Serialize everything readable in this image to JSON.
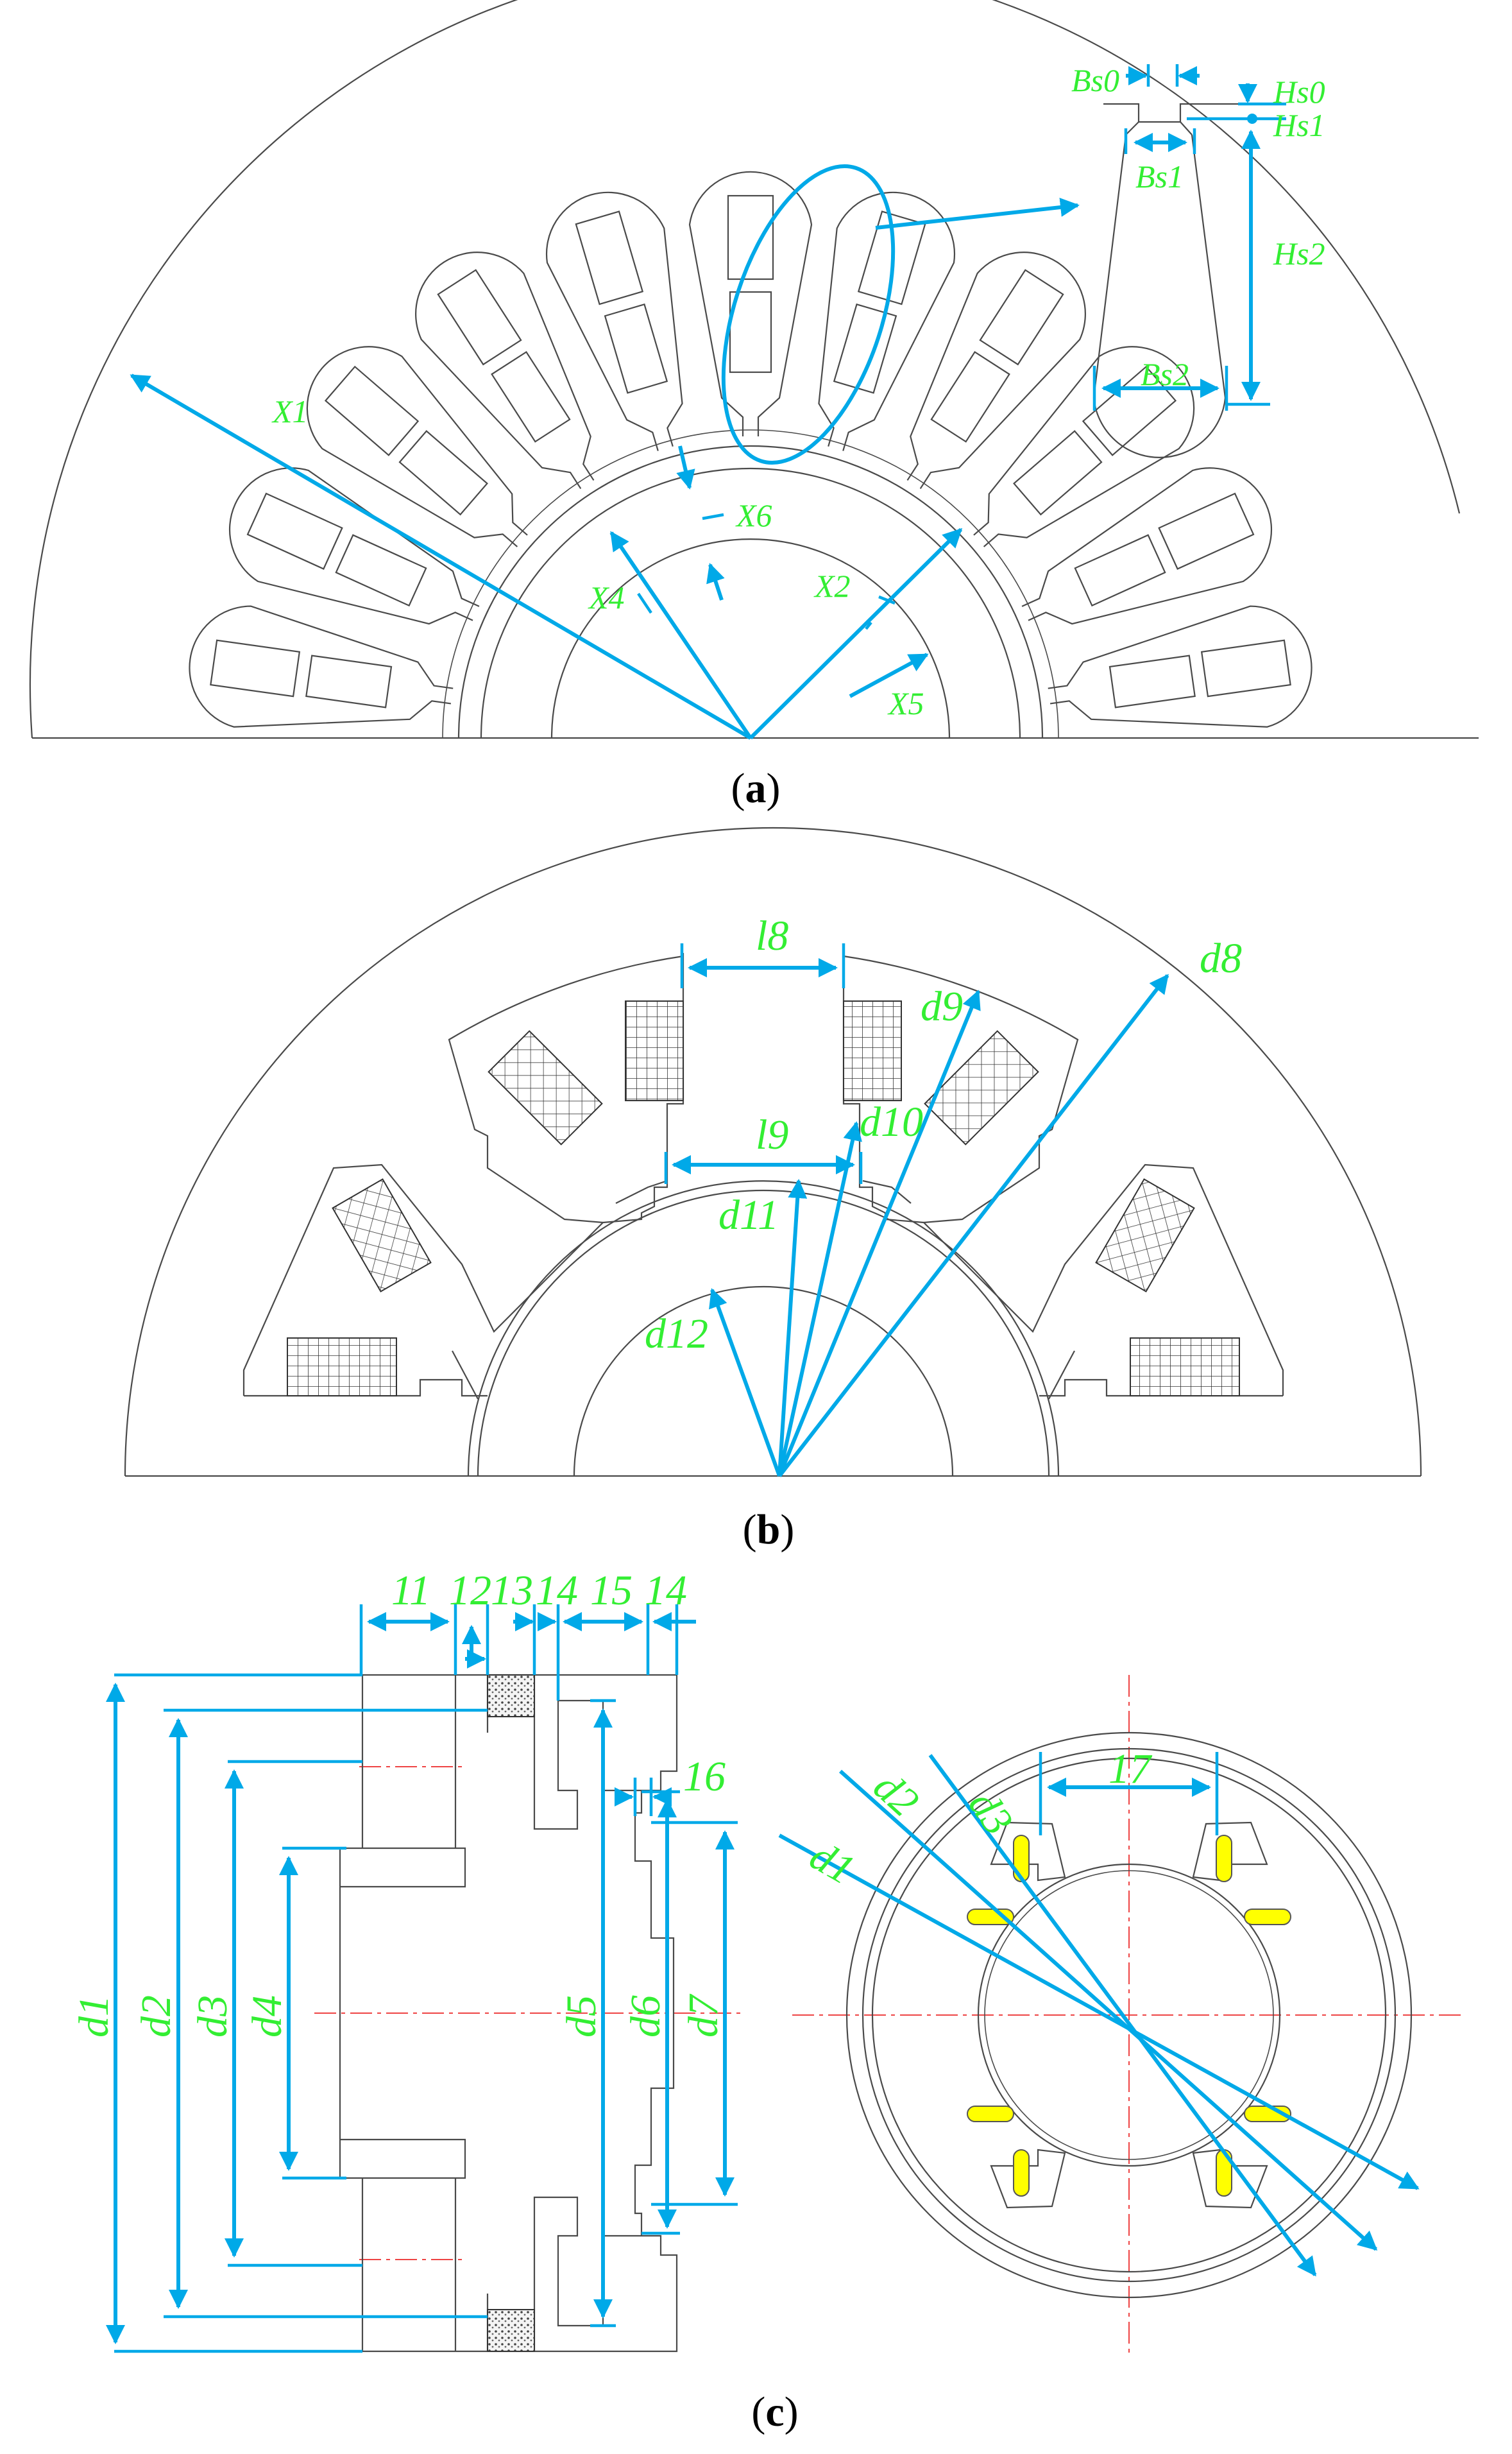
{
  "panels": {
    "a": {
      "caption_open": "(",
      "caption_letter": "a",
      "caption_close": ")",
      "labels": {
        "x1": "X1",
        "x2": "X2",
        "x4": "X4",
        "x5": "X5",
        "x6": "X6",
        "bs0": "Bs0",
        "bs1": "Bs1",
        "bs2": "Bs2",
        "hs0": "Hs0",
        "hs1": "Hs1",
        "hs2": "Hs2"
      }
    },
    "b": {
      "caption_open": "(",
      "caption_letter": "b",
      "caption_close": ")",
      "labels": {
        "l8": "l8",
        "l9": "l9",
        "d8": "d8",
        "d9": "d9",
        "d10": "d10",
        "d11": "d11",
        "d12": "d12"
      }
    },
    "c": {
      "caption_open": "(",
      "caption_letter": "c",
      "caption_close": ")",
      "labels": {
        "l1": "11",
        "l2": "12",
        "l3": "13",
        "l4a": "14",
        "l5": "15",
        "l4b": "14",
        "l6": "16",
        "l7": "17",
        "d1": "d1",
        "d2": "d2",
        "d3": "d3",
        "d4": "d4",
        "d5": "d5",
        "d6": "d6",
        "d7": "d7",
        "rd1": "d1",
        "rd2": "d2",
        "rd3": "d3"
      }
    }
  },
  "colors": {
    "dimension": "#00a9e8",
    "label": "#33ee33",
    "outline": "#4a4a4a",
    "centerline": "#ee4444",
    "magnet": "#ffff00"
  }
}
